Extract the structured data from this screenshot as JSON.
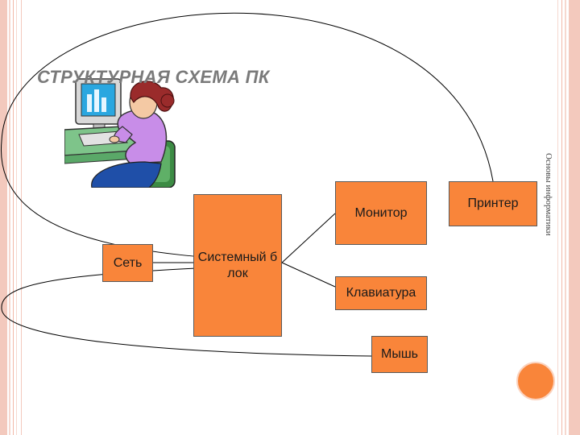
{
  "slide": {
    "title": "СТРУКТУРНАЯ СХЕМА ПК",
    "side_note": "Основы информатики"
  },
  "blocks": {
    "system_unit": "Системный блок",
    "monitor": "Монитор",
    "printer": "Принтер",
    "network": "Сеть",
    "keyboard": "Клавиатура",
    "mouse": "Мышь"
  },
  "colors": {
    "block_fill": "#f9853a",
    "border_pink": "#f3c9bd",
    "title_gray": "#7a7a7a"
  },
  "clipart": {
    "icon": "person-at-computer-icon"
  }
}
